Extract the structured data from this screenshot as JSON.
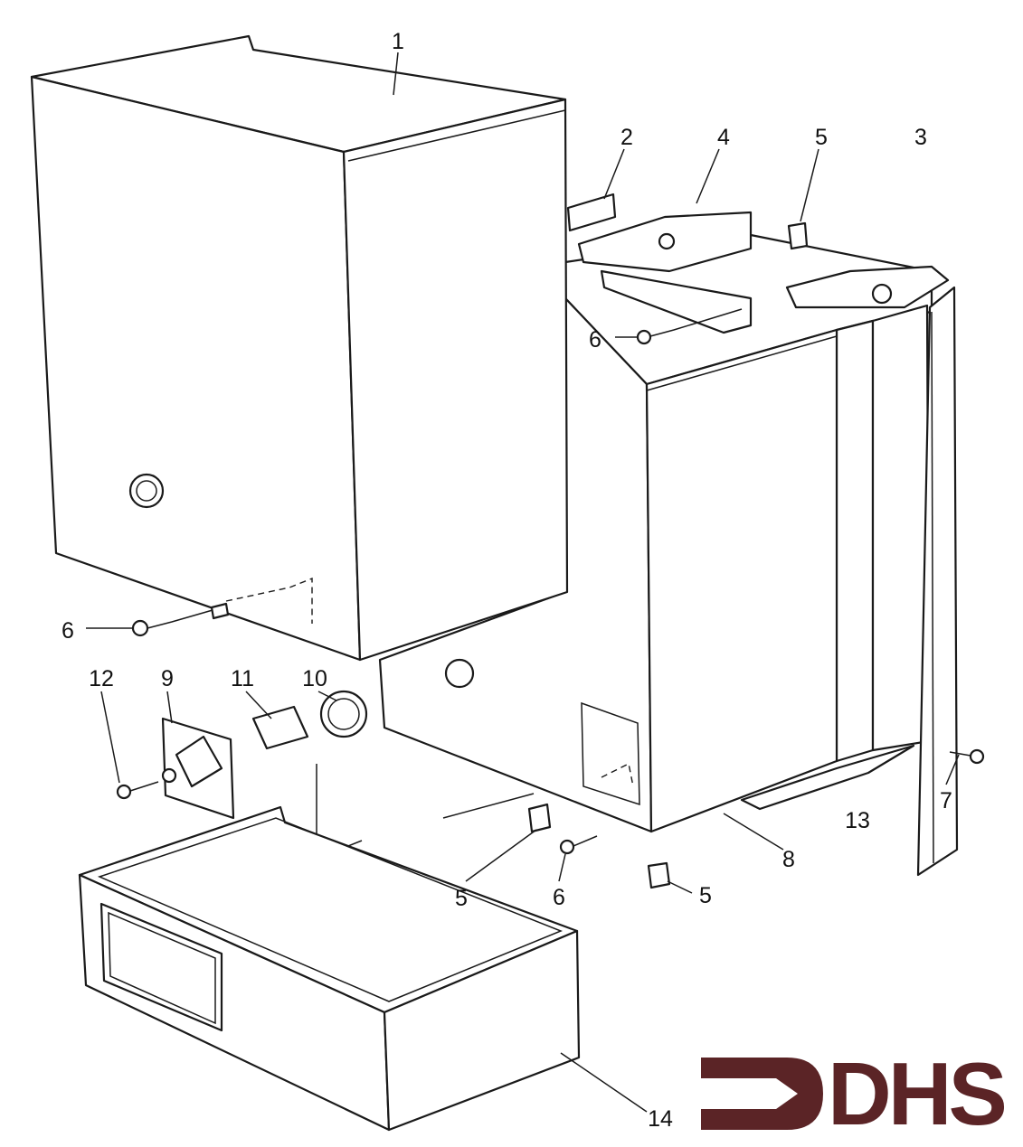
{
  "diagram": {
    "labels": [
      {
        "id": "1",
        "text": "1"
      },
      {
        "id": "2",
        "text": "2"
      },
      {
        "id": "4",
        "text": "4"
      },
      {
        "id": "5a",
        "text": "5"
      },
      {
        "id": "3",
        "text": "3"
      },
      {
        "id": "6a",
        "text": "6"
      },
      {
        "id": "6b",
        "text": "6"
      },
      {
        "id": "12",
        "text": "12"
      },
      {
        "id": "9",
        "text": "9"
      },
      {
        "id": "11",
        "text": "11"
      },
      {
        "id": "10",
        "text": "10"
      },
      {
        "id": "7",
        "text": "7"
      },
      {
        "id": "13",
        "text": "13"
      },
      {
        "id": "8",
        "text": "8"
      },
      {
        "id": "5b",
        "text": "5"
      },
      {
        "id": "6c",
        "text": "6"
      },
      {
        "id": "5c",
        "text": "5"
      },
      {
        "id": "14",
        "text": "14"
      }
    ]
  },
  "logo": {
    "text": "DHS",
    "color": "#5b2426"
  }
}
